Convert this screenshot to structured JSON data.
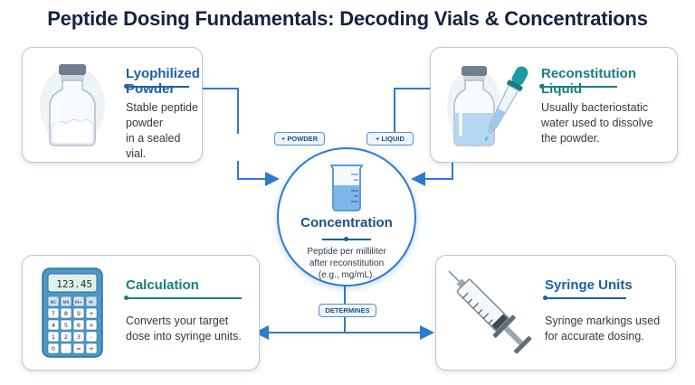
{
  "title": "Peptide Dosing Fundamentals: Decoding Vials & Concentrations",
  "cards": {
    "powder": {
      "title": "Lyophilized Powder",
      "desc": [
        "Stable peptide powder",
        "in a sealed vial."
      ]
    },
    "liquid": {
      "title": "Reconstitution Liquid",
      "desc": [
        "Usually bacteriostatic",
        "water used to dissolve",
        "the powder."
      ]
    },
    "calc": {
      "title": "Calculation",
      "desc": [
        "Converts your target",
        "dose into syringe units."
      ]
    },
    "syringe": {
      "title": "Syringe Units",
      "desc": [
        "Syringe markings used",
        "for accurate dosing."
      ]
    }
  },
  "center": {
    "title": "Concentration",
    "desc": [
      "Peptide per milliliter",
      "after reconstitution",
      "(e.g., mg/mL)."
    ]
  },
  "labels": {
    "powder": "+ POWDER",
    "liquid": "+ LIQUID",
    "determines": "DETERMINES"
  },
  "calculator": {
    "display": "123.45",
    "keys": [
      "MC",
      "MR",
      "M+",
      "M-",
      "7",
      "8",
      "9",
      "+",
      "4",
      "5",
      "6",
      "×",
      "1",
      "2",
      "3",
      "-",
      "0",
      ".",
      "=",
      "+"
    ]
  },
  "colors": {
    "primary_blue": "#1d5ea8",
    "teal": "#17807c",
    "connector": "#2c7bd0"
  },
  "icons": [
    "vial-powder-icon",
    "vial-liquid-icon",
    "dropper-icon",
    "beaker-icon",
    "calculator-icon",
    "syringe-icon"
  ]
}
